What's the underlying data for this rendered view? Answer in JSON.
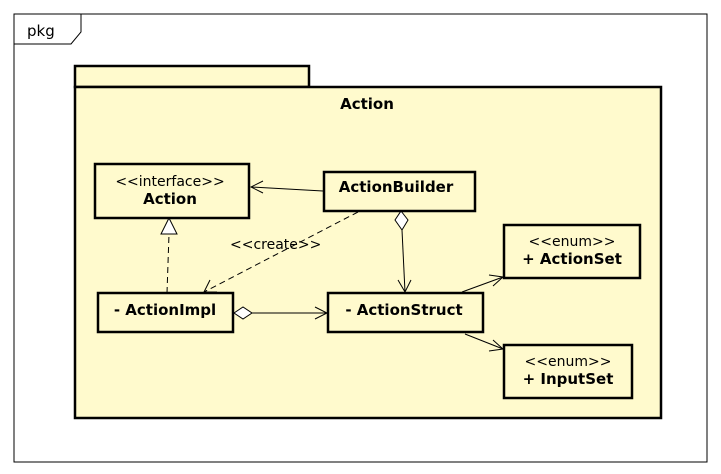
{
  "frame": {
    "label": "pkg"
  },
  "package": {
    "name": "Action"
  },
  "classes": {
    "action": {
      "stereotype": "<<interface>>",
      "name": "Action"
    },
    "action_builder": {
      "name": "ActionBuilder"
    },
    "action_impl": {
      "name": "- ActionImpl"
    },
    "action_struct": {
      "name": "- ActionStruct"
    },
    "action_set": {
      "stereotype": "<<enum>>",
      "name": "+ ActionSet"
    },
    "input_set": {
      "stereotype": "<<enum>>",
      "name": "+ InputSet"
    }
  },
  "relations": {
    "create_label": "<<create>>"
  },
  "colors": {
    "package_fill": "#fffacd",
    "stroke": "#000000",
    "background": "#ffffff"
  }
}
